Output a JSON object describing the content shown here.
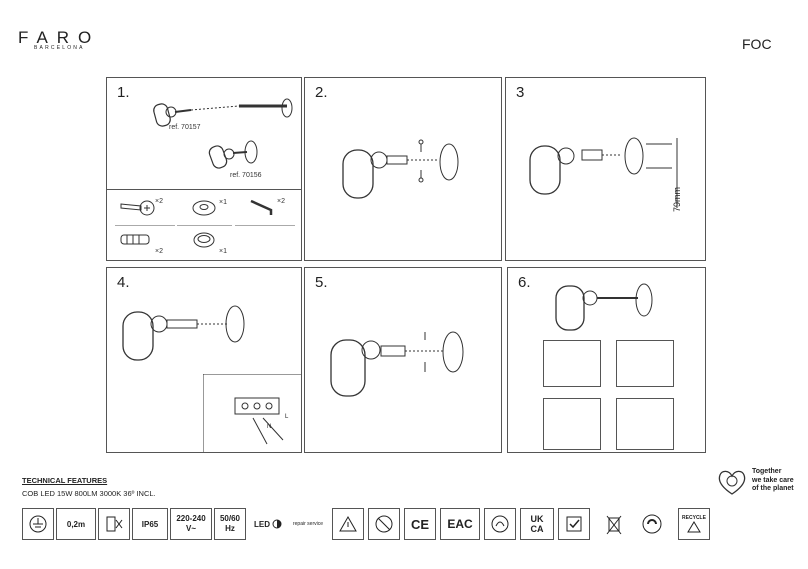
{
  "header": {
    "brand": "FARO",
    "brand_sub": "BARCELONA",
    "model": "FOC"
  },
  "steps": [
    {
      "number": "1."
    },
    {
      "number": "2."
    },
    {
      "number": "3"
    },
    {
      "number": "4."
    },
    {
      "number": "5."
    },
    {
      "number": "6."
    }
  ],
  "step1": {
    "ref_a": "ref. 70157",
    "ref_b": "ref. 70156",
    "qty_screw": "×2",
    "qty_nut": "×1",
    "qty_key": "×2",
    "qty_plug": "×2",
    "qty_ring": "×1"
  },
  "step3": {
    "dimension": "79mm"
  },
  "step4": {
    "wire_n": "N",
    "wire_l": "L"
  },
  "technical": {
    "title": "TECHNICAL FEATURES",
    "text": "COB LED 15W 800LM 3000K 36º INCL."
  },
  "eco": {
    "line1": "Together",
    "line2": "we take care",
    "line3": "of the planet"
  },
  "certs": {
    "cable": "0,2m",
    "ip": "IP65",
    "voltage_1": "220-240",
    "voltage_2": "V~",
    "freq_1": "50/60",
    "freq_2": "Hz",
    "led": "LED",
    "repair": "repair service",
    "ce": "CE",
    "eac": "EAC",
    "ukca_1": "UK",
    "ukca_2": "CA",
    "recycle": "RECYCLE"
  }
}
